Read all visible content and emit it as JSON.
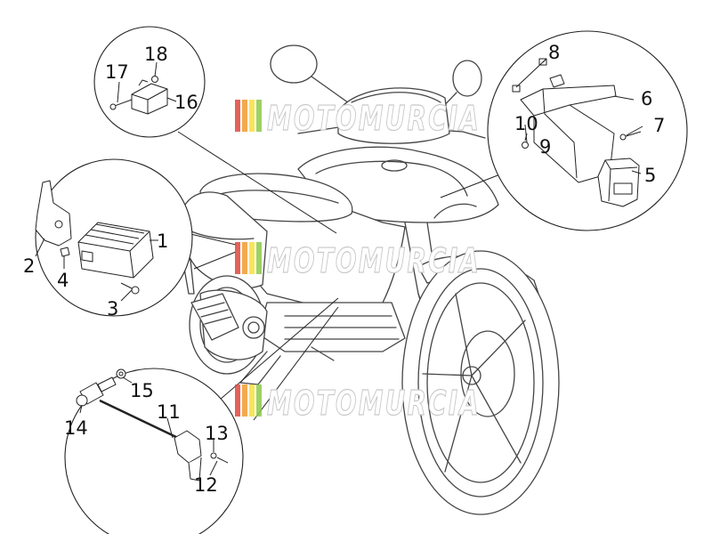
{
  "diagram": {
    "callouts": [
      {
        "id": "1",
        "label": "1"
      },
      {
        "id": "2",
        "label": "2"
      },
      {
        "id": "3",
        "label": "3"
      },
      {
        "id": "4",
        "label": "4"
      },
      {
        "id": "5",
        "label": "5"
      },
      {
        "id": "6",
        "label": "6"
      },
      {
        "id": "7",
        "label": "7"
      },
      {
        "id": "8",
        "label": "8"
      },
      {
        "id": "9",
        "label": "9"
      },
      {
        "id": "10",
        "label": "10"
      },
      {
        "id": "11",
        "label": "11"
      },
      {
        "id": "12",
        "label": "12"
      },
      {
        "id": "13",
        "label": "13"
      },
      {
        "id": "14",
        "label": "14"
      },
      {
        "id": "15",
        "label": "15"
      },
      {
        "id": "16",
        "label": "16"
      },
      {
        "id": "17",
        "label": "17"
      },
      {
        "id": "18",
        "label": "18"
      }
    ],
    "watermark": {
      "text": "MOTOMURCIA",
      "stripe_colors": [
        "#e0463d",
        "#f29a2e",
        "#f7e03c",
        "#8cc84b"
      ]
    },
    "colors": {
      "outline": "#444444",
      "part_line": "#222222",
      "watermark_outline": "#c9c9c9"
    }
  }
}
